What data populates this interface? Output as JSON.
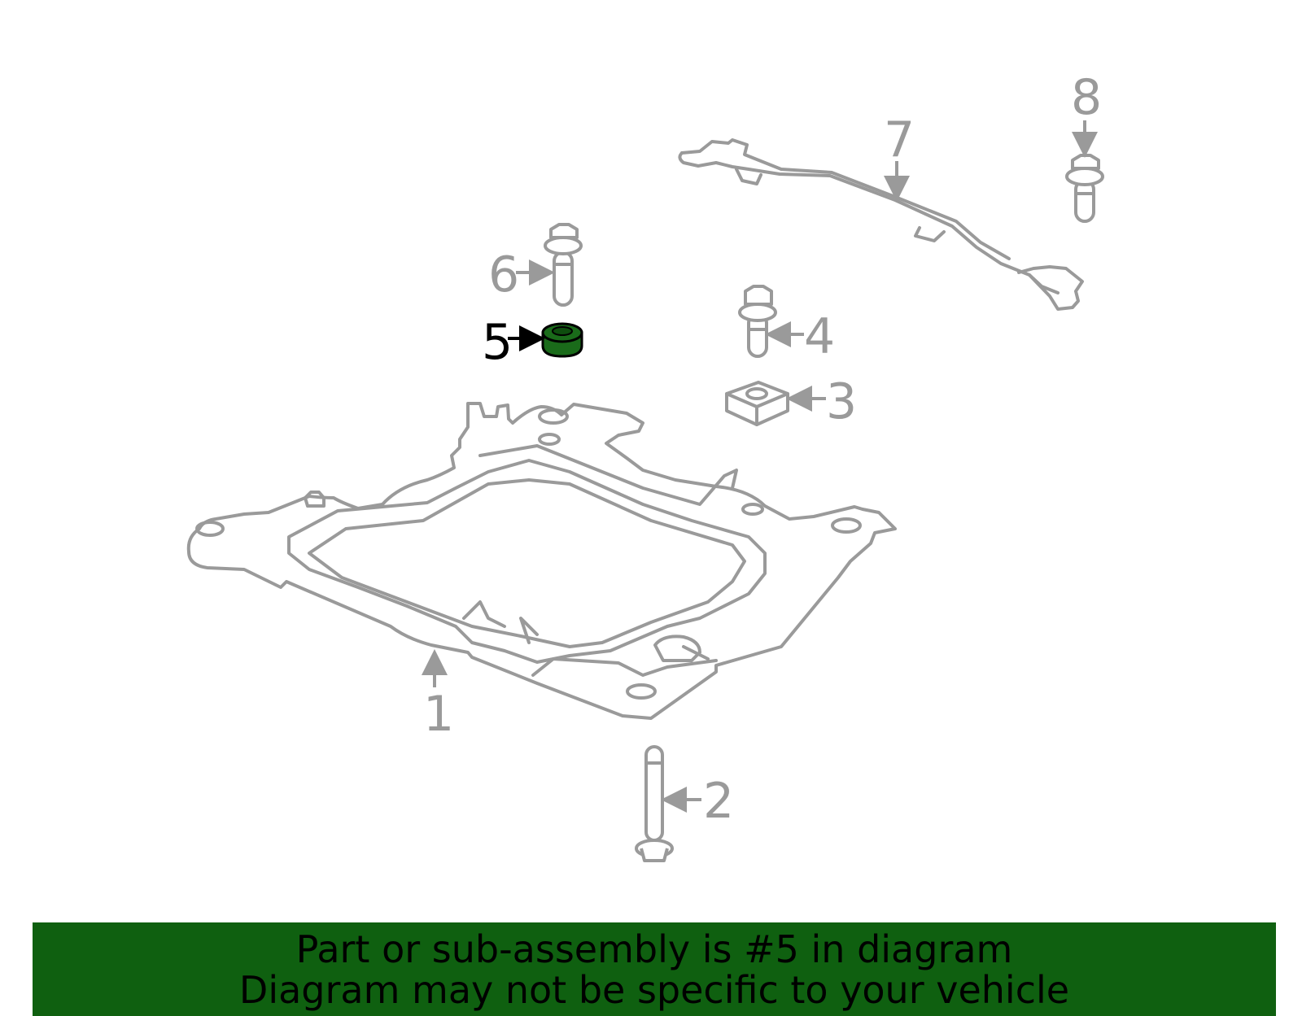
{
  "callouts": {
    "c1": "1",
    "c2": "2",
    "c3": "3",
    "c4": "4",
    "c5": "5",
    "c6": "6",
    "c7": "7",
    "c8": "8"
  },
  "highlight": {
    "part": "5",
    "color": "#1a6b1a"
  },
  "banner": {
    "line1": "Part or sub-assembly is #5 in diagram",
    "line2": "Diagram may not be specific to your vehicle",
    "background": "#0f6010"
  }
}
